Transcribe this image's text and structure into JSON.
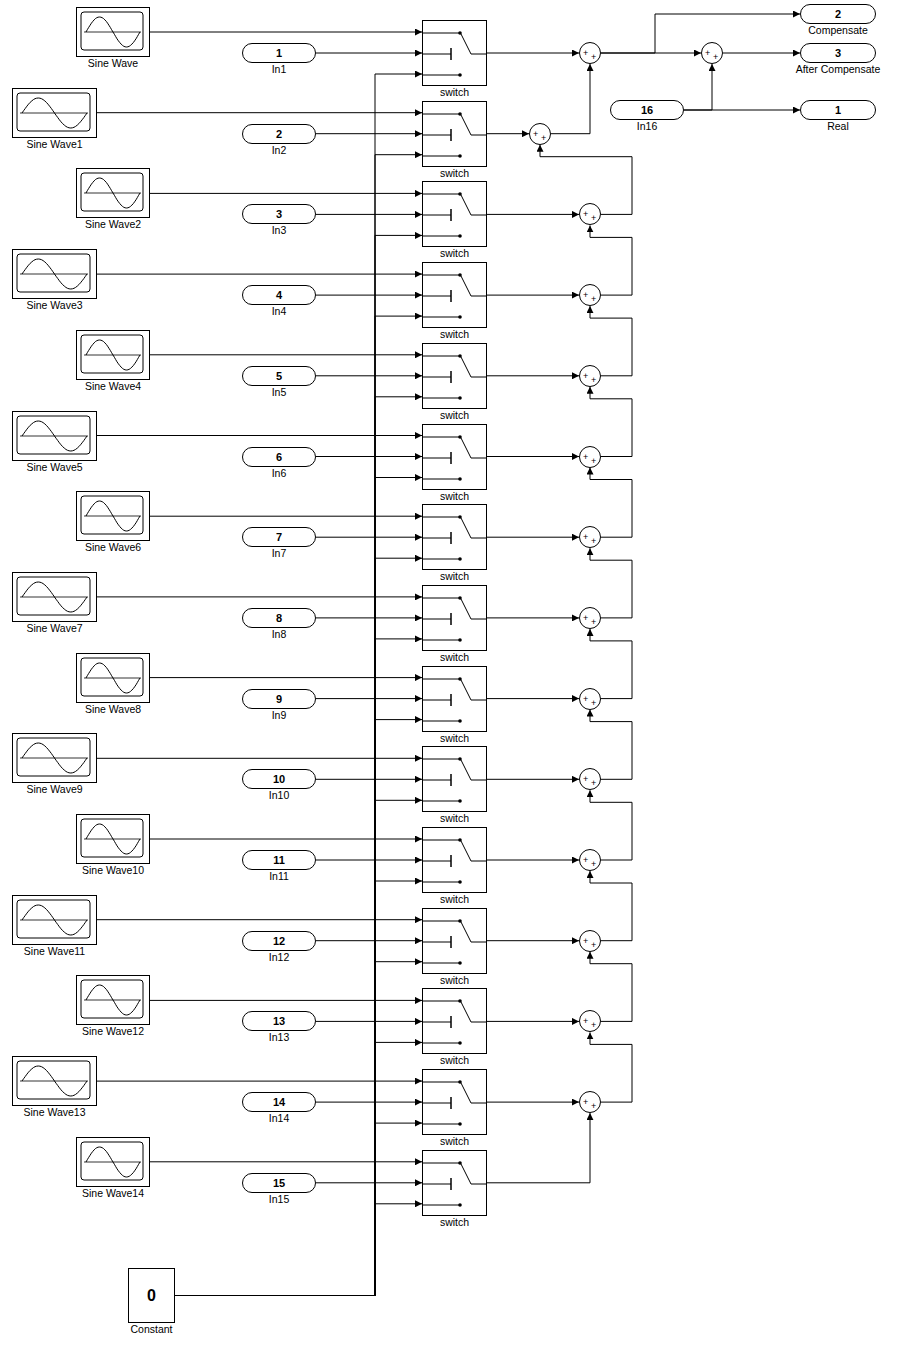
{
  "diagram": {
    "nodes": [
      {
        "text": [
          "Sine Wave"
        ]
      },
      {
        "text": [
          "Sine Wave1"
        ]
      },
      {
        "text": [
          "Sine Wave2"
        ]
      },
      {
        "text": [
          "Sine Wave3"
        ]
      },
      {
        "text": [
          "Sine Wave4"
        ]
      },
      {
        "text": [
          "Sine Wave5"
        ]
      },
      {
        "text": [
          "Sine Wave6"
        ]
      },
      {
        "text": [
          "Sine Wave7"
        ]
      },
      {
        "text": [
          "Sine Wave8"
        ]
      },
      {
        "text": [
          "Sine Wave9"
        ]
      },
      {
        "text": [
          "Sine Wave10"
        ]
      },
      {
        "text": [
          "Sine Wave11"
        ]
      },
      {
        "text": [
          "Sine Wave12"
        ]
      },
      {
        "text": [
          "Sine Wave13"
        ]
      },
      {
        "text": [
          "Sine Wave14"
        ]
      },
      {
        "text": [
          "1",
          "In1"
        ]
      },
      {
        "text": [
          "2",
          "In2"
        ]
      },
      {
        "text": [
          "3",
          "In3"
        ]
      },
      {
        "text": [
          "4",
          "In4"
        ]
      },
      {
        "text": [
          "5",
          "In5"
        ]
      },
      {
        "text": [
          "6",
          "In6"
        ]
      },
      {
        "text": [
          "7",
          "In7"
        ]
      },
      {
        "text": [
          "8",
          "In8"
        ]
      },
      {
        "text": [
          "9",
          "In9"
        ]
      },
      {
        "text": [
          "10",
          "In10"
        ]
      },
      {
        "text": [
          "11",
          "In11"
        ]
      },
      {
        "text": [
          "12",
          "In12"
        ]
      },
      {
        "text": [
          "13",
          "In13"
        ]
      },
      {
        "text": [
          "14",
          "In14"
        ]
      },
      {
        "text": [
          "15",
          "In15"
        ]
      },
      {
        "text": [
          "switch"
        ]
      },
      {
        "text": [
          "switch"
        ]
      },
      {
        "text": [
          "switch"
        ]
      },
      {
        "text": [
          "switch"
        ]
      },
      {
        "text": [
          "switch"
        ]
      },
      {
        "text": [
          "switch"
        ]
      },
      {
        "text": [
          "switch"
        ]
      },
      {
        "text": [
          "switch"
        ]
      },
      {
        "text": [
          "switch"
        ]
      },
      {
        "text": [
          "switch"
        ]
      },
      {
        "text": [
          "switch"
        ]
      },
      {
        "text": [
          "switch"
        ]
      },
      {
        "text": [
          "switch"
        ]
      },
      {
        "text": [
          "switch"
        ]
      },
      {
        "text": [
          "switch"
        ]
      },
      {
        "text": [
          "+",
          "+"
        ]
      },
      {
        "text": [
          "+",
          "+"
        ]
      },
      {
        "text": [
          "+",
          "+"
        ]
      },
      {
        "text": [
          "+",
          "+"
        ]
      },
      {
        "text": [
          "+",
          "+"
        ]
      },
      {
        "text": [
          "+",
          "+"
        ]
      },
      {
        "text": [
          "+",
          "+"
        ]
      },
      {
        "text": [
          "+",
          "+"
        ]
      },
      {
        "text": [
          "+",
          "+"
        ]
      },
      {
        "text": [
          "+",
          "+"
        ]
      },
      {
        "text": [
          "+",
          "+"
        ]
      },
      {
        "text": [
          "+",
          "+"
        ]
      },
      {
        "text": [
          "+",
          "+"
        ]
      },
      {
        "text": [
          "+",
          "+"
        ]
      },
      {
        "text": [
          "+",
          "+"
        ]
      },
      {
        "text": [
          "16",
          "In16"
        ]
      },
      {
        "text": [
          "2",
          "Compensate"
        ]
      },
      {
        "text": [
          "3",
          "After Compensate"
        ]
      },
      {
        "text": [
          "1",
          "Real"
        ]
      },
      {
        "text": [
          "0",
          "Constant"
        ]
      }
    ],
    "edges": [
      {
        "from": 0,
        "to": 30,
        "arrow": "to"
      },
      {
        "from": 15,
        "to": 30,
        "arrow": "to"
      },
      {
        "from": 64,
        "to": 30,
        "arrow": "to"
      },
      {
        "from": 1,
        "to": 31,
        "arrow": "to"
      },
      {
        "from": 16,
        "to": 31,
        "arrow": "to"
      },
      {
        "from": 64,
        "to": 31,
        "arrow": "to"
      },
      {
        "from": 2,
        "to": 32,
        "arrow": "to"
      },
      {
        "from": 17,
        "to": 32,
        "arrow": "to"
      },
      {
        "from": 64,
        "to": 32,
        "arrow": "to"
      },
      {
        "from": 3,
        "to": 33,
        "arrow": "to"
      },
      {
        "from": 18,
        "to": 33,
        "arrow": "to"
      },
      {
        "from": 64,
        "to": 33,
        "arrow": "to"
      },
      {
        "from": 4,
        "to": 34,
        "arrow": "to"
      },
      {
        "from": 19,
        "to": 34,
        "arrow": "to"
      },
      {
        "from": 64,
        "to": 34,
        "arrow": "to"
      },
      {
        "from": 5,
        "to": 35,
        "arrow": "to"
      },
      {
        "from": 20,
        "to": 35,
        "arrow": "to"
      },
      {
        "from": 64,
        "to": 35,
        "arrow": "to"
      },
      {
        "from": 6,
        "to": 36,
        "arrow": "to"
      },
      {
        "from": 21,
        "to": 36,
        "arrow": "to"
      },
      {
        "from": 64,
        "to": 36,
        "arrow": "to"
      },
      {
        "from": 7,
        "to": 37,
        "arrow": "to"
      },
      {
        "from": 22,
        "to": 37,
        "arrow": "to"
      },
      {
        "from": 64,
        "to": 37,
        "arrow": "to"
      },
      {
        "from": 8,
        "to": 38,
        "arrow": "to"
      },
      {
        "from": 23,
        "to": 38,
        "arrow": "to"
      },
      {
        "from": 64,
        "to": 38,
        "arrow": "to"
      },
      {
        "from": 9,
        "to": 39,
        "arrow": "to"
      },
      {
        "from": 24,
        "to": 39,
        "arrow": "to"
      },
      {
        "from": 64,
        "to": 39,
        "arrow": "to"
      },
      {
        "from": 10,
        "to": 40,
        "arrow": "to"
      },
      {
        "from": 25,
        "to": 40,
        "arrow": "to"
      },
      {
        "from": 64,
        "to": 40,
        "arrow": "to"
      },
      {
        "from": 11,
        "to": 41,
        "arrow": "to"
      },
      {
        "from": 26,
        "to": 41,
        "arrow": "to"
      },
      {
        "from": 64,
        "to": 41,
        "arrow": "to"
      },
      {
        "from": 12,
        "to": 42,
        "arrow": "to"
      },
      {
        "from": 27,
        "to": 42,
        "arrow": "to"
      },
      {
        "from": 64,
        "to": 42,
        "arrow": "to"
      },
      {
        "from": 13,
        "to": 43,
        "arrow": "to"
      },
      {
        "from": 28,
        "to": 43,
        "arrow": "to"
      },
      {
        "from": 64,
        "to": 43,
        "arrow": "to"
      },
      {
        "from": 14,
        "to": 44,
        "arrow": "to"
      },
      {
        "from": 29,
        "to": 44,
        "arrow": "to"
      },
      {
        "from": 64,
        "to": 44,
        "arrow": "to"
      },
      {
        "from": 30,
        "to": 45,
        "arrow": "to"
      },
      {
        "from": 31,
        "to": 46,
        "arrow": "to"
      },
      {
        "from": 32,
        "to": 47,
        "arrow": "to"
      },
      {
        "from": 33,
        "to": 48,
        "arrow": "to"
      },
      {
        "from": 34,
        "to": 49,
        "arrow": "to"
      },
      {
        "from": 35,
        "to": 50,
        "arrow": "to"
      },
      {
        "from": 36,
        "to": 51,
        "arrow": "to"
      },
      {
        "from": 37,
        "to": 52,
        "arrow": "to"
      },
      {
        "from": 38,
        "to": 53,
        "arrow": "to"
      },
      {
        "from": 39,
        "to": 54,
        "arrow": "to"
      },
      {
        "from": 40,
        "to": 55,
        "arrow": "to"
      },
      {
        "from": 41,
        "to": 56,
        "arrow": "to"
      },
      {
        "from": 42,
        "to": 57,
        "arrow": "to"
      },
      {
        "from": 43,
        "to": 58,
        "arrow": "to"
      },
      {
        "from": 44,
        "to": 58,
        "arrow": "to"
      },
      {
        "from": 46,
        "to": 45,
        "arrow": "to"
      },
      {
        "from": 47,
        "to": 46,
        "arrow": "to"
      },
      {
        "from": 48,
        "to": 47,
        "arrow": "to"
      },
      {
        "from": 49,
        "to": 48,
        "arrow": "to"
      },
      {
        "from": 50,
        "to": 49,
        "arrow": "to"
      },
      {
        "from": 51,
        "to": 50,
        "arrow": "to"
      },
      {
        "from": 52,
        "to": 51,
        "arrow": "to"
      },
      {
        "from": 53,
        "to": 52,
        "arrow": "to"
      },
      {
        "from": 54,
        "to": 53,
        "arrow": "to"
      },
      {
        "from": 55,
        "to": 54,
        "arrow": "to"
      },
      {
        "from": 56,
        "to": 55,
        "arrow": "to"
      },
      {
        "from": 57,
        "to": 56,
        "arrow": "to"
      },
      {
        "from": 58,
        "to": 57,
        "arrow": "to"
      },
      {
        "from": 45,
        "to": 61,
        "arrow": "to"
      },
      {
        "from": 45,
        "to": 59,
        "arrow": "to"
      },
      {
        "from": 60,
        "to": 59,
        "arrow": "to"
      },
      {
        "from": 60,
        "to": 63,
        "arrow": "to"
      },
      {
        "from": 59,
        "to": 62,
        "arrow": "to"
      }
    ]
  }
}
